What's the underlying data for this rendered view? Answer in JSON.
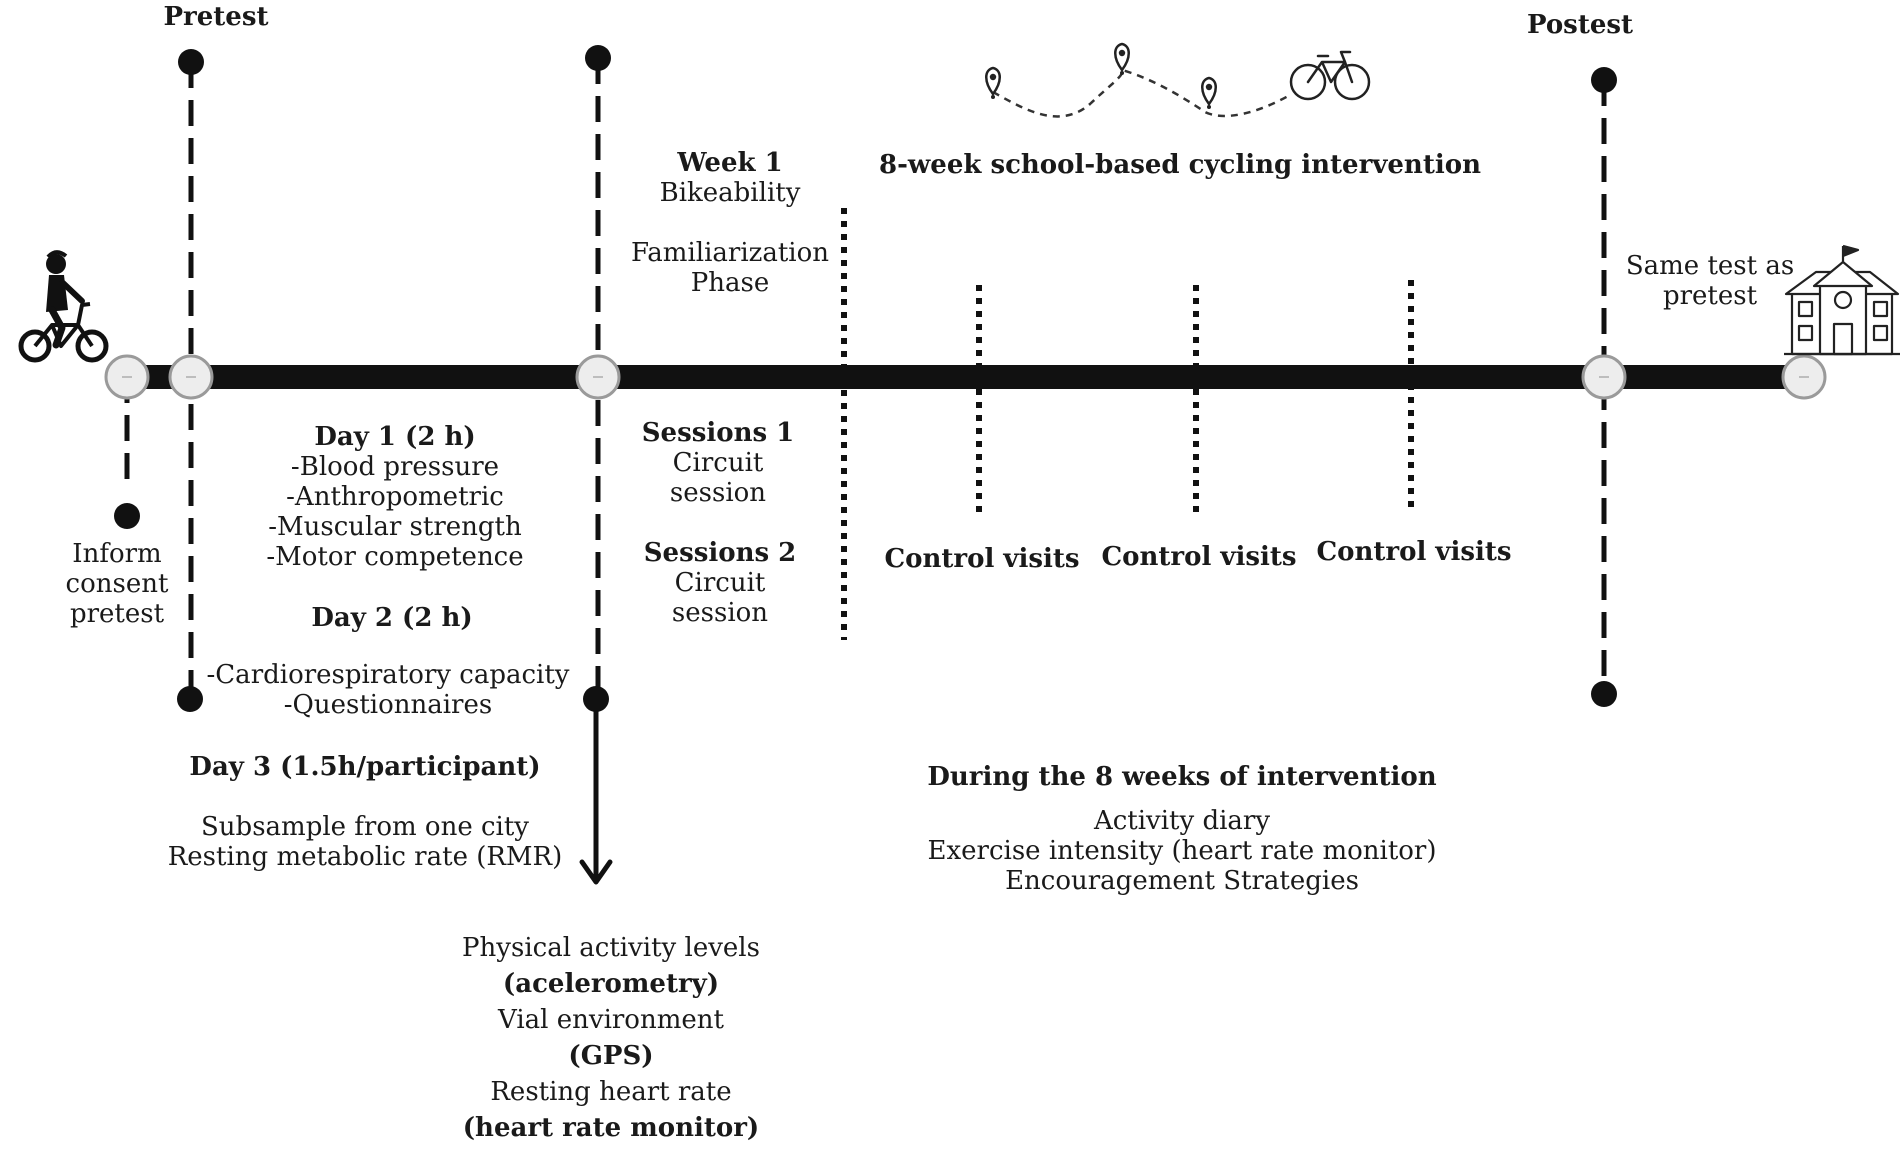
{
  "labels": {
    "pretest": "Pretest",
    "postest": "Postest",
    "week1_title": "Week 1",
    "week1_sub": "Bikeability",
    "familiarization": [
      "Familiarization",
      "Phase"
    ],
    "intervention_title": "8-week school-based cycling intervention",
    "same_test": [
      "Same test as",
      "pretest"
    ],
    "inform": [
      "Inform",
      "consent",
      "pretest"
    ],
    "day1_title": "Day 1 (2 h)",
    "day1_items": [
      "-Blood pressure",
      "-Anthropometric",
      "-Muscular strength",
      "-Motor competence"
    ],
    "day2_title": "Day 2 (2 h)",
    "day2_items": [
      "-Cardiorespiratory capacity",
      "-Questionnaires"
    ],
    "day3_title": "Day 3 (1.5h/participant)",
    "day3_items": [
      "Subsample from one city",
      "Resting metabolic rate (RMR)"
    ],
    "session1_title": "Sessions 1",
    "session1_items": [
      "Circuit",
      "session"
    ],
    "session2_title": "Sessions 2",
    "session2_items": [
      "Circuit",
      "session"
    ],
    "control_visits": [
      "Control visits",
      "Control visits",
      "Control visits"
    ],
    "during_title": "During the 8 weeks of intervention",
    "during_items": [
      "Activity diary",
      "Exercise intensity (heart rate monitor)",
      "Encouragement Strategies"
    ],
    "pa_lines": [
      "Physical activity levels",
      "(acelerometry)",
      "Vial environment",
      "(GPS)",
      "Resting heart rate",
      "(heart rate monitor)"
    ]
  },
  "icons": [
    "cyclist-child-icon",
    "school-building-icon",
    "map-pin-icon",
    "bicycle-icon"
  ],
  "colors": {
    "ink": "#111111",
    "node_fill": "#ededed",
    "node_stroke": "#9a9a9a"
  }
}
